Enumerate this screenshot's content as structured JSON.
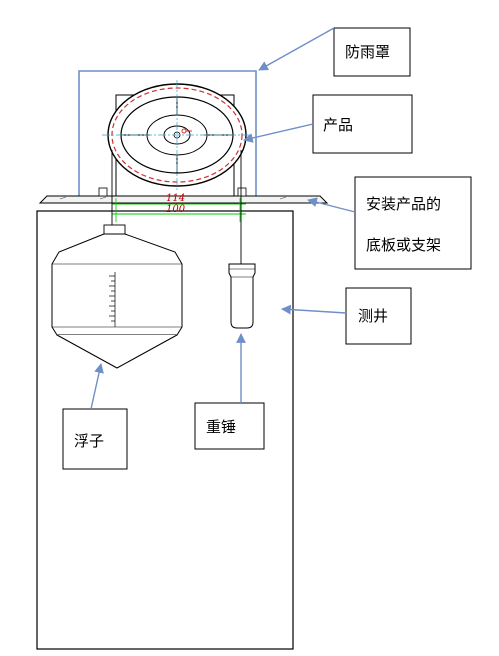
{
  "labels": {
    "rain_cover": "防雨罩",
    "product": "产品",
    "mount_line1": "安装产品的",
    "mount_line2": "底板或支架",
    "well": "测井",
    "float": "浮子",
    "weight": "重锤"
  },
  "dimensions": {
    "upper": "114",
    "lower": "100"
  },
  "colors": {
    "line": "#000000",
    "pointer": "#6f8fc7",
    "green": "#00cc00",
    "red": "#cc0000"
  }
}
